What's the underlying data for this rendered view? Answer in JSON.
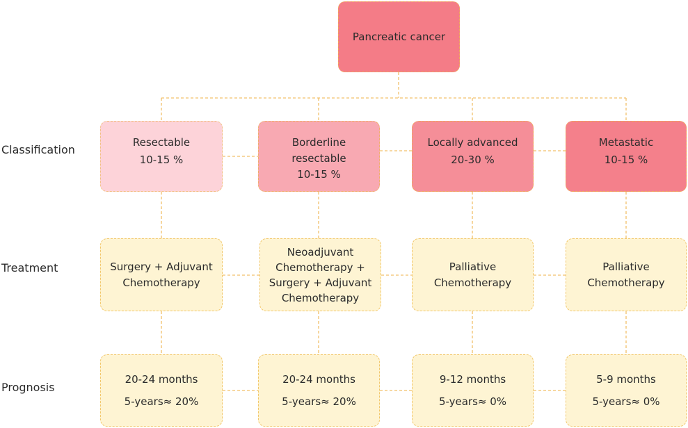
{
  "root": {
    "label": "Pancreatic cancer"
  },
  "row_labels": {
    "classification": "Classification",
    "treatment": "Treatment",
    "prognosis": "Prognosis"
  },
  "columns": [
    {
      "classification": {
        "name": "Resectable",
        "pct": "10-15 %"
      },
      "treatment": [
        "Surgery + Adjuvant",
        "Chemotherapy"
      ],
      "prognosis": {
        "survival": "20-24 months",
        "five_year": "5-years≈ 20%"
      }
    },
    {
      "classification": {
        "name": "Borderline",
        "name2": "resectable",
        "pct": "10-15 %"
      },
      "treatment": [
        "Neoadjuvant",
        "Chemotherapy +",
        "Surgery + Adjuvant",
        "Chemotherapy"
      ],
      "prognosis": {
        "survival": "20-24 months",
        "five_year": "5-years≈ 20%"
      }
    },
    {
      "classification": {
        "name": "Locally advanced",
        "pct": "20-30 %"
      },
      "treatment": [
        "Palliative",
        "Chemotherapy"
      ],
      "prognosis": {
        "survival": "9-12 months",
        "five_year": "5-years≈ 0%"
      }
    },
    {
      "classification": {
        "name": "Metastatic",
        "pct": "10-15 %"
      },
      "treatment": [
        "Palliative",
        "Chemotherapy"
      ],
      "prognosis": {
        "survival": "5-9 months",
        "five_year": "5-years≈ 0%"
      }
    }
  ],
  "colors": {
    "connector": "#f2c06a",
    "root_fill": "#f47c87",
    "treatment_fill": "#fef4d3"
  }
}
